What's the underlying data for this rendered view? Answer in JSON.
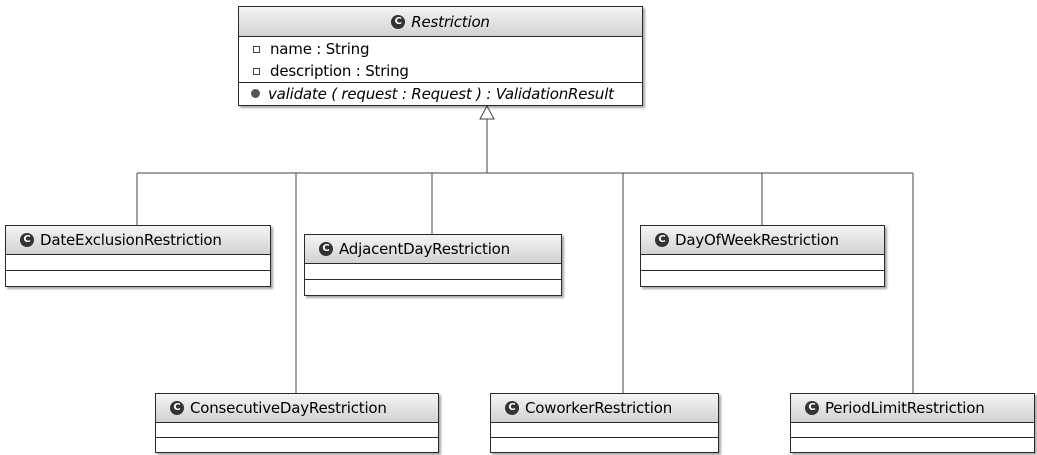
{
  "diagram": {
    "class_icon_glyph": "C",
    "parent": {
      "name": "Restriction",
      "attributes": [
        "name : String",
        "description : String"
      ],
      "operations": [
        "validate ( request : Request ) : ValidationResult"
      ]
    },
    "subclasses": [
      {
        "name": "DateExclusionRestriction"
      },
      {
        "name": "AdjacentDayRestriction"
      },
      {
        "name": "DayOfWeekRestriction"
      },
      {
        "name": "ConsecutiveDayRestriction"
      },
      {
        "name": "CoworkerRestriction"
      },
      {
        "name": "PeriodLimitRestriction"
      }
    ]
  },
  "colors": {
    "border": "#2a2a2a",
    "header_top": "#f4f4f4",
    "header_bottom": "#d2d2d2",
    "connector": "#444444"
  }
}
